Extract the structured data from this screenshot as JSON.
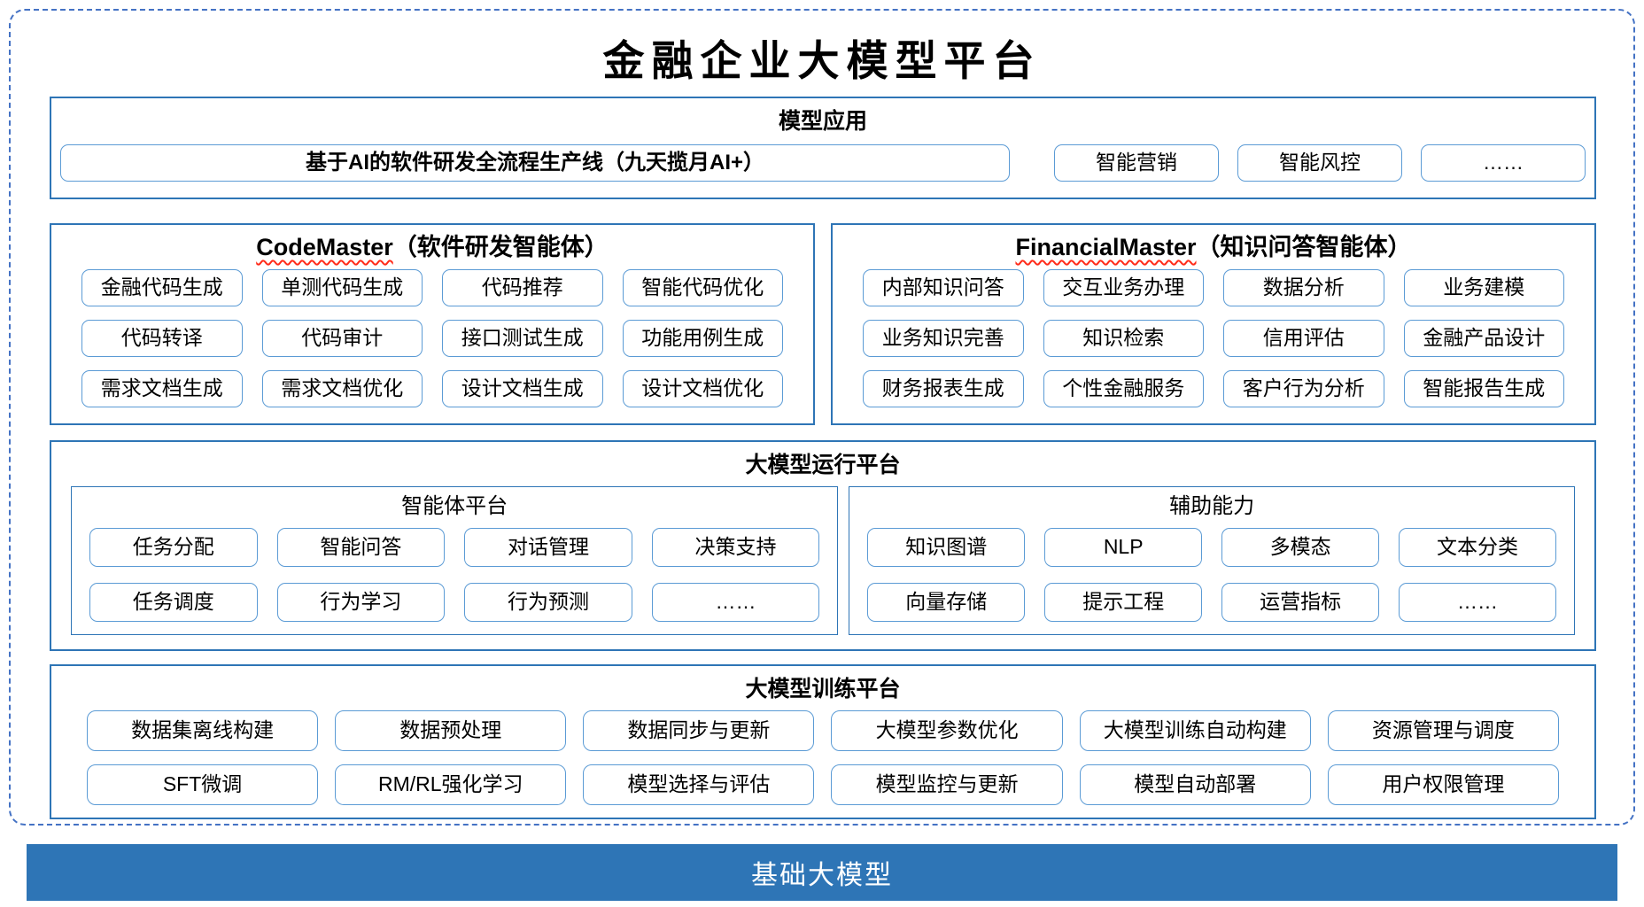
{
  "title": "金融企业大模型平台",
  "colors": {
    "dashed_border": "#4472C4",
    "section_border": "#2E75B6",
    "chip_border": "#5B9BD5",
    "foundation_bg": "#2E75B6",
    "squiggle": "#FF2B19"
  },
  "model_app": {
    "header": "模型应用",
    "pipeline": "基于AI的软件研发全流程生产线（九天揽月AI+）",
    "items": [
      "智能营销",
      "智能风控",
      "……"
    ]
  },
  "code_master": {
    "title_en": "CodeMaster",
    "title_suffix": "（软件研发智能体）",
    "items": [
      "金融代码生成",
      "单测代码生成",
      "代码推荐",
      "智能代码优化",
      "代码转译",
      "代码审计",
      "接口测试生成",
      "功能用例生成",
      "需求文档生成",
      "需求文档优化",
      "设计文档生成",
      "设计文档优化"
    ]
  },
  "financial_master": {
    "title_en": "FinancialMaster",
    "title_suffix": "（知识问答智能体）",
    "items": [
      "内部知识问答",
      "交互业务办理",
      "数据分析",
      "业务建模",
      "业务知识完善",
      "知识检索",
      "信用评估",
      "金融产品设计",
      "财务报表生成",
      "个性金融服务",
      "客户行为分析",
      "智能报告生成"
    ]
  },
  "runtime_platform": {
    "header": "大模型运行平台",
    "agent_platform": {
      "title": "智能体平台",
      "items": [
        "任务分配",
        "智能问答",
        "对话管理",
        "决策支持",
        "任务调度",
        "行为学习",
        "行为预测",
        "……"
      ]
    },
    "auxiliary": {
      "title": "辅助能力",
      "items": [
        "知识图谱",
        "NLP",
        "多模态",
        "文本分类",
        "向量存储",
        "提示工程",
        "运营指标",
        "……"
      ]
    }
  },
  "training_platform": {
    "header": "大模型训练平台",
    "items": [
      "数据集离线构建",
      "数据预处理",
      "数据同步与更新",
      "大模型参数优化",
      "大模型训练自动构建",
      "资源管理与调度",
      "SFT微调",
      "RM/RL强化学习",
      "模型选择与评估",
      "模型监控与更新",
      "模型自动部署",
      "用户权限管理"
    ]
  },
  "foundation": {
    "label": "基础大模型"
  }
}
